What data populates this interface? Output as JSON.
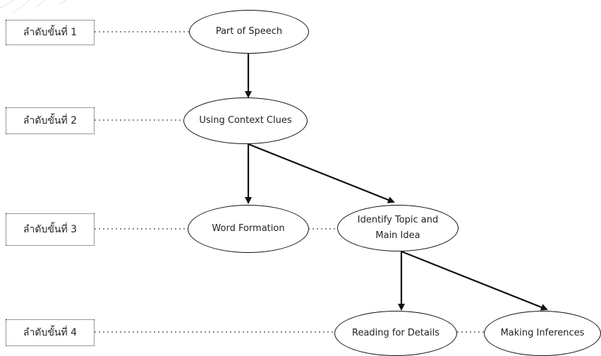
{
  "steps": [
    {
      "label": "ลำดับขั้นที่ 1"
    },
    {
      "label": "ลำดับขั้นที่ 2"
    },
    {
      "label": "ลำดับขั้นที่ 3"
    },
    {
      "label": "ลำดับขั้นที่ 4"
    }
  ],
  "nodes": {
    "part_of_speech": "Part of Speech",
    "context_clues": "Using Context Clues",
    "word_formation": "Word Formation",
    "topic_main_idea_line1": "Identify Topic and",
    "topic_main_idea_line2": "Main Idea",
    "reading_details": "Reading for Details",
    "making_inferences": "Making Inferences"
  },
  "colors": {
    "line": "#111111",
    "dotted": "#444444",
    "watermark": "#c8c8c8"
  }
}
